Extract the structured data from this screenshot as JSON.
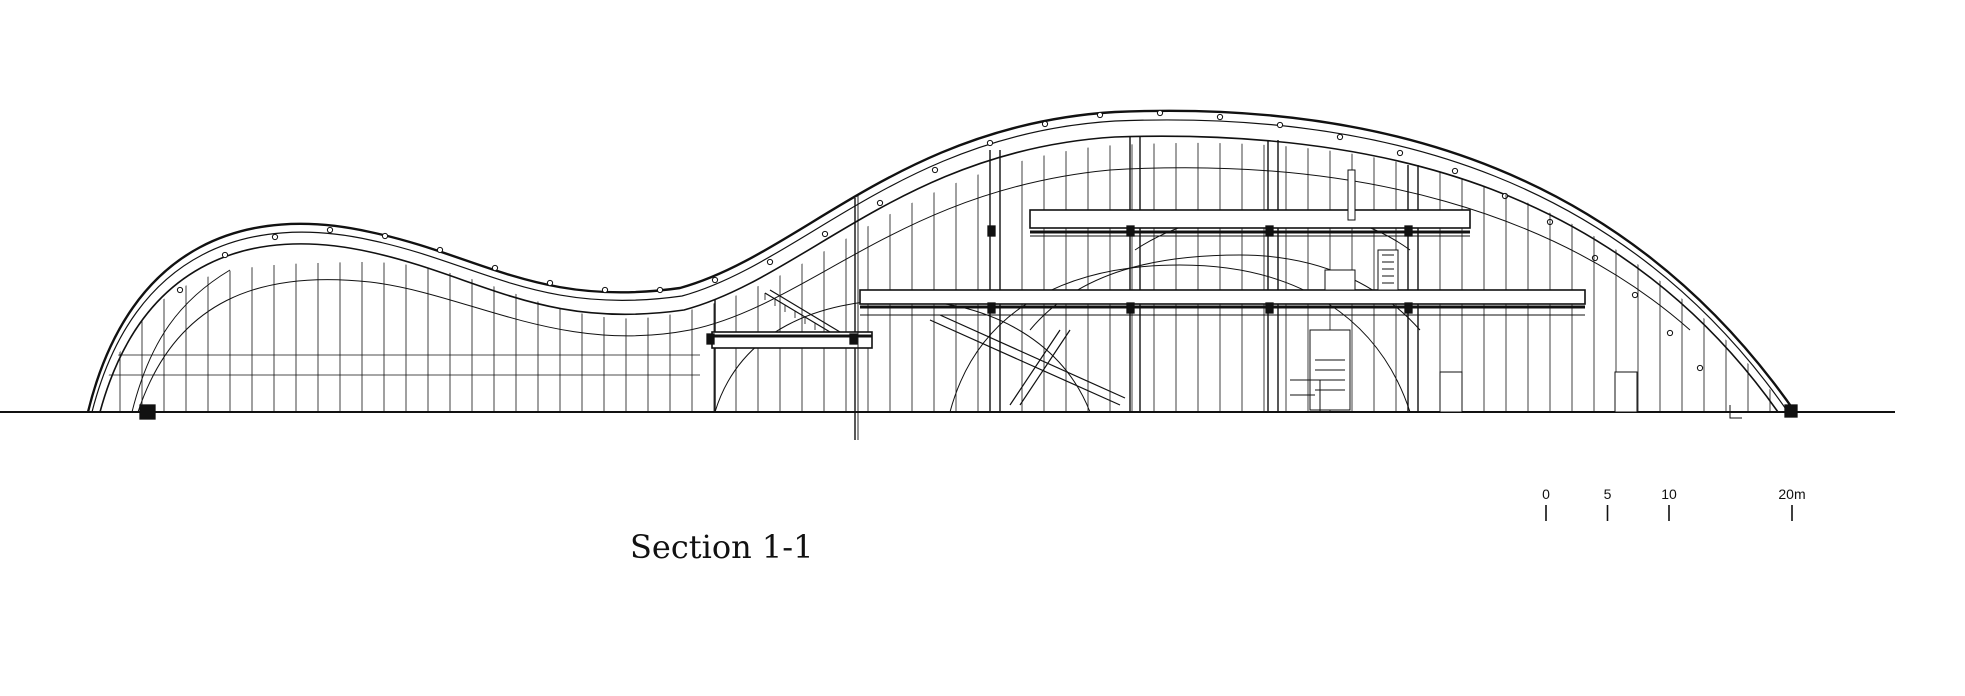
{
  "drawing": {
    "title": "Section 1-1",
    "scale_bar": {
      "ticks": [
        {
          "label": "0",
          "value": 0
        },
        {
          "label": "5",
          "value": 5
        },
        {
          "label": "10",
          "value": 10
        },
        {
          "label": "20m",
          "value": 20
        }
      ]
    },
    "line_color": "#111111"
  }
}
